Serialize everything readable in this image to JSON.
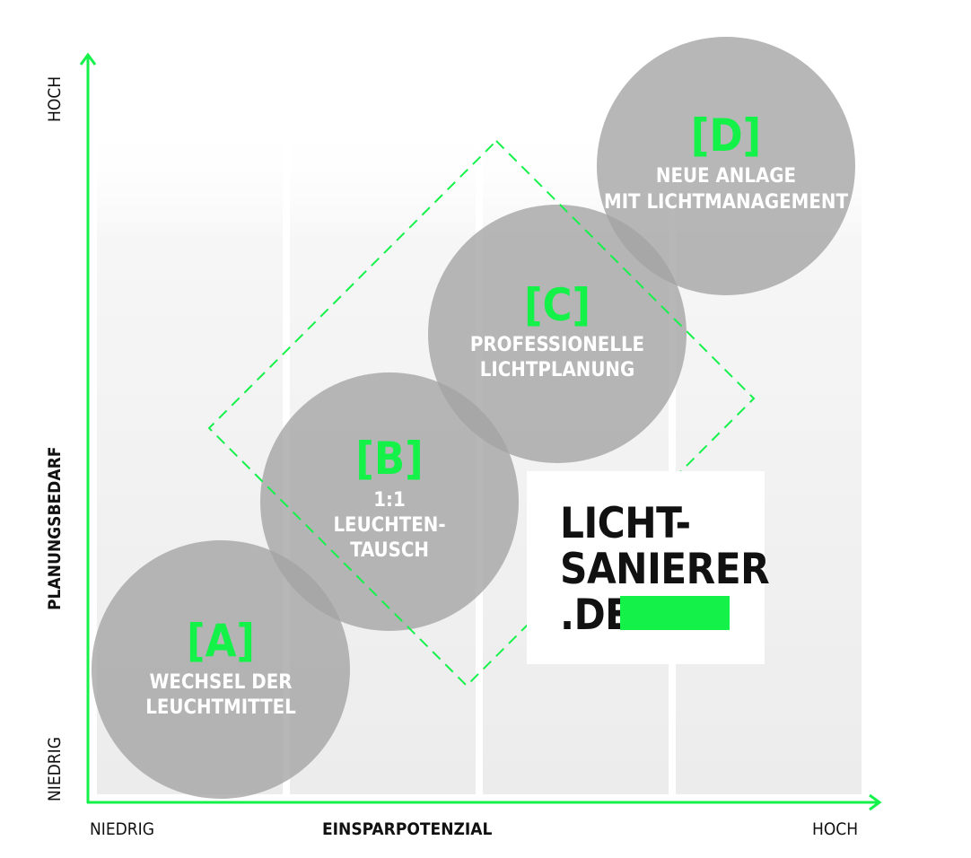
{
  "colors": {
    "accent": "#14f24a",
    "bubble": "#a3a3a3",
    "bubble_text": "#ffffff",
    "text": "#111111"
  },
  "x_axis": {
    "title": "EINSPARPOTENZIAL",
    "low_label": "NIEDRIG",
    "high_label": "HOCH"
  },
  "y_axis": {
    "title": "PLANUNGSBEDARF",
    "low_label": "NIEDRIG",
    "high_label": "HOCH"
  },
  "bubbles": [
    {
      "id": "a",
      "letter": "[A]",
      "lines": [
        "WECHSEL DER",
        "LEUCHTMITTEL"
      ]
    },
    {
      "id": "b",
      "letter": "[B]",
      "lines": [
        "1:1",
        "LEUCHTEN-",
        "TAUSCH"
      ]
    },
    {
      "id": "c",
      "letter": "[C]",
      "lines": [
        "PROFESSIONELLE",
        "LICHTPLANUNG"
      ]
    },
    {
      "id": "d",
      "letter": "[D]",
      "lines": [
        "NEUE ANLAGE",
        "MIT LICHTMANAGEMENT"
      ]
    }
  ],
  "logo": {
    "line1": "LICHT-",
    "line2": "SANIERER",
    "line3": ".DE"
  }
}
